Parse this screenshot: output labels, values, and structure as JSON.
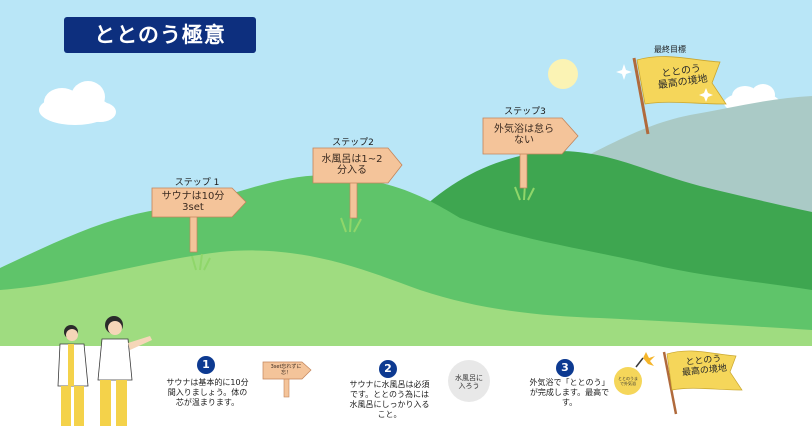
{
  "title": "ととのう極意",
  "goal": {
    "label": "最終目標",
    "flag_text": "ととのう\n最高の境地"
  },
  "steps": [
    {
      "label": "ステップ 1",
      "sign": "サウナは10分\n3set"
    },
    {
      "label": "ステップ2",
      "sign": "水風呂は1~2\n分入る"
    },
    {
      "label": "ステップ3",
      "sign": "外気浴は怠ら\nない"
    }
  ],
  "bottom": {
    "items": [
      {
        "number": "1",
        "text": "サウナは基本的に10分\n間入りましょう。体の\n芯が温まります。"
      },
      {
        "number": "2",
        "text": "サウナに水風呂は必須\nです。ととのう為には\n水風呂にしっかり入る\nこと。"
      },
      {
        "number": "3",
        "text": "外気浴で「ととのう」\nが完成します。最高で\nす。"
      }
    ],
    "mini_sign": "3set忘れずに\n忘！",
    "bubble_text": "水風呂に\n入ろう",
    "bomb_text": "ととのうま\nで外気浴",
    "flag_text": "ととのう\n最高の境地"
  },
  "colors": {
    "title_bg": "#0d2f7e",
    "sky": "#b9e6f7",
    "hill_dark": "#3ea650",
    "hill_mid": "#5fc46a",
    "hill_light": "#9fdc80",
    "sign": "#f4c49a",
    "flag": "#f5d65a",
    "badge": "#0d3a91"
  }
}
